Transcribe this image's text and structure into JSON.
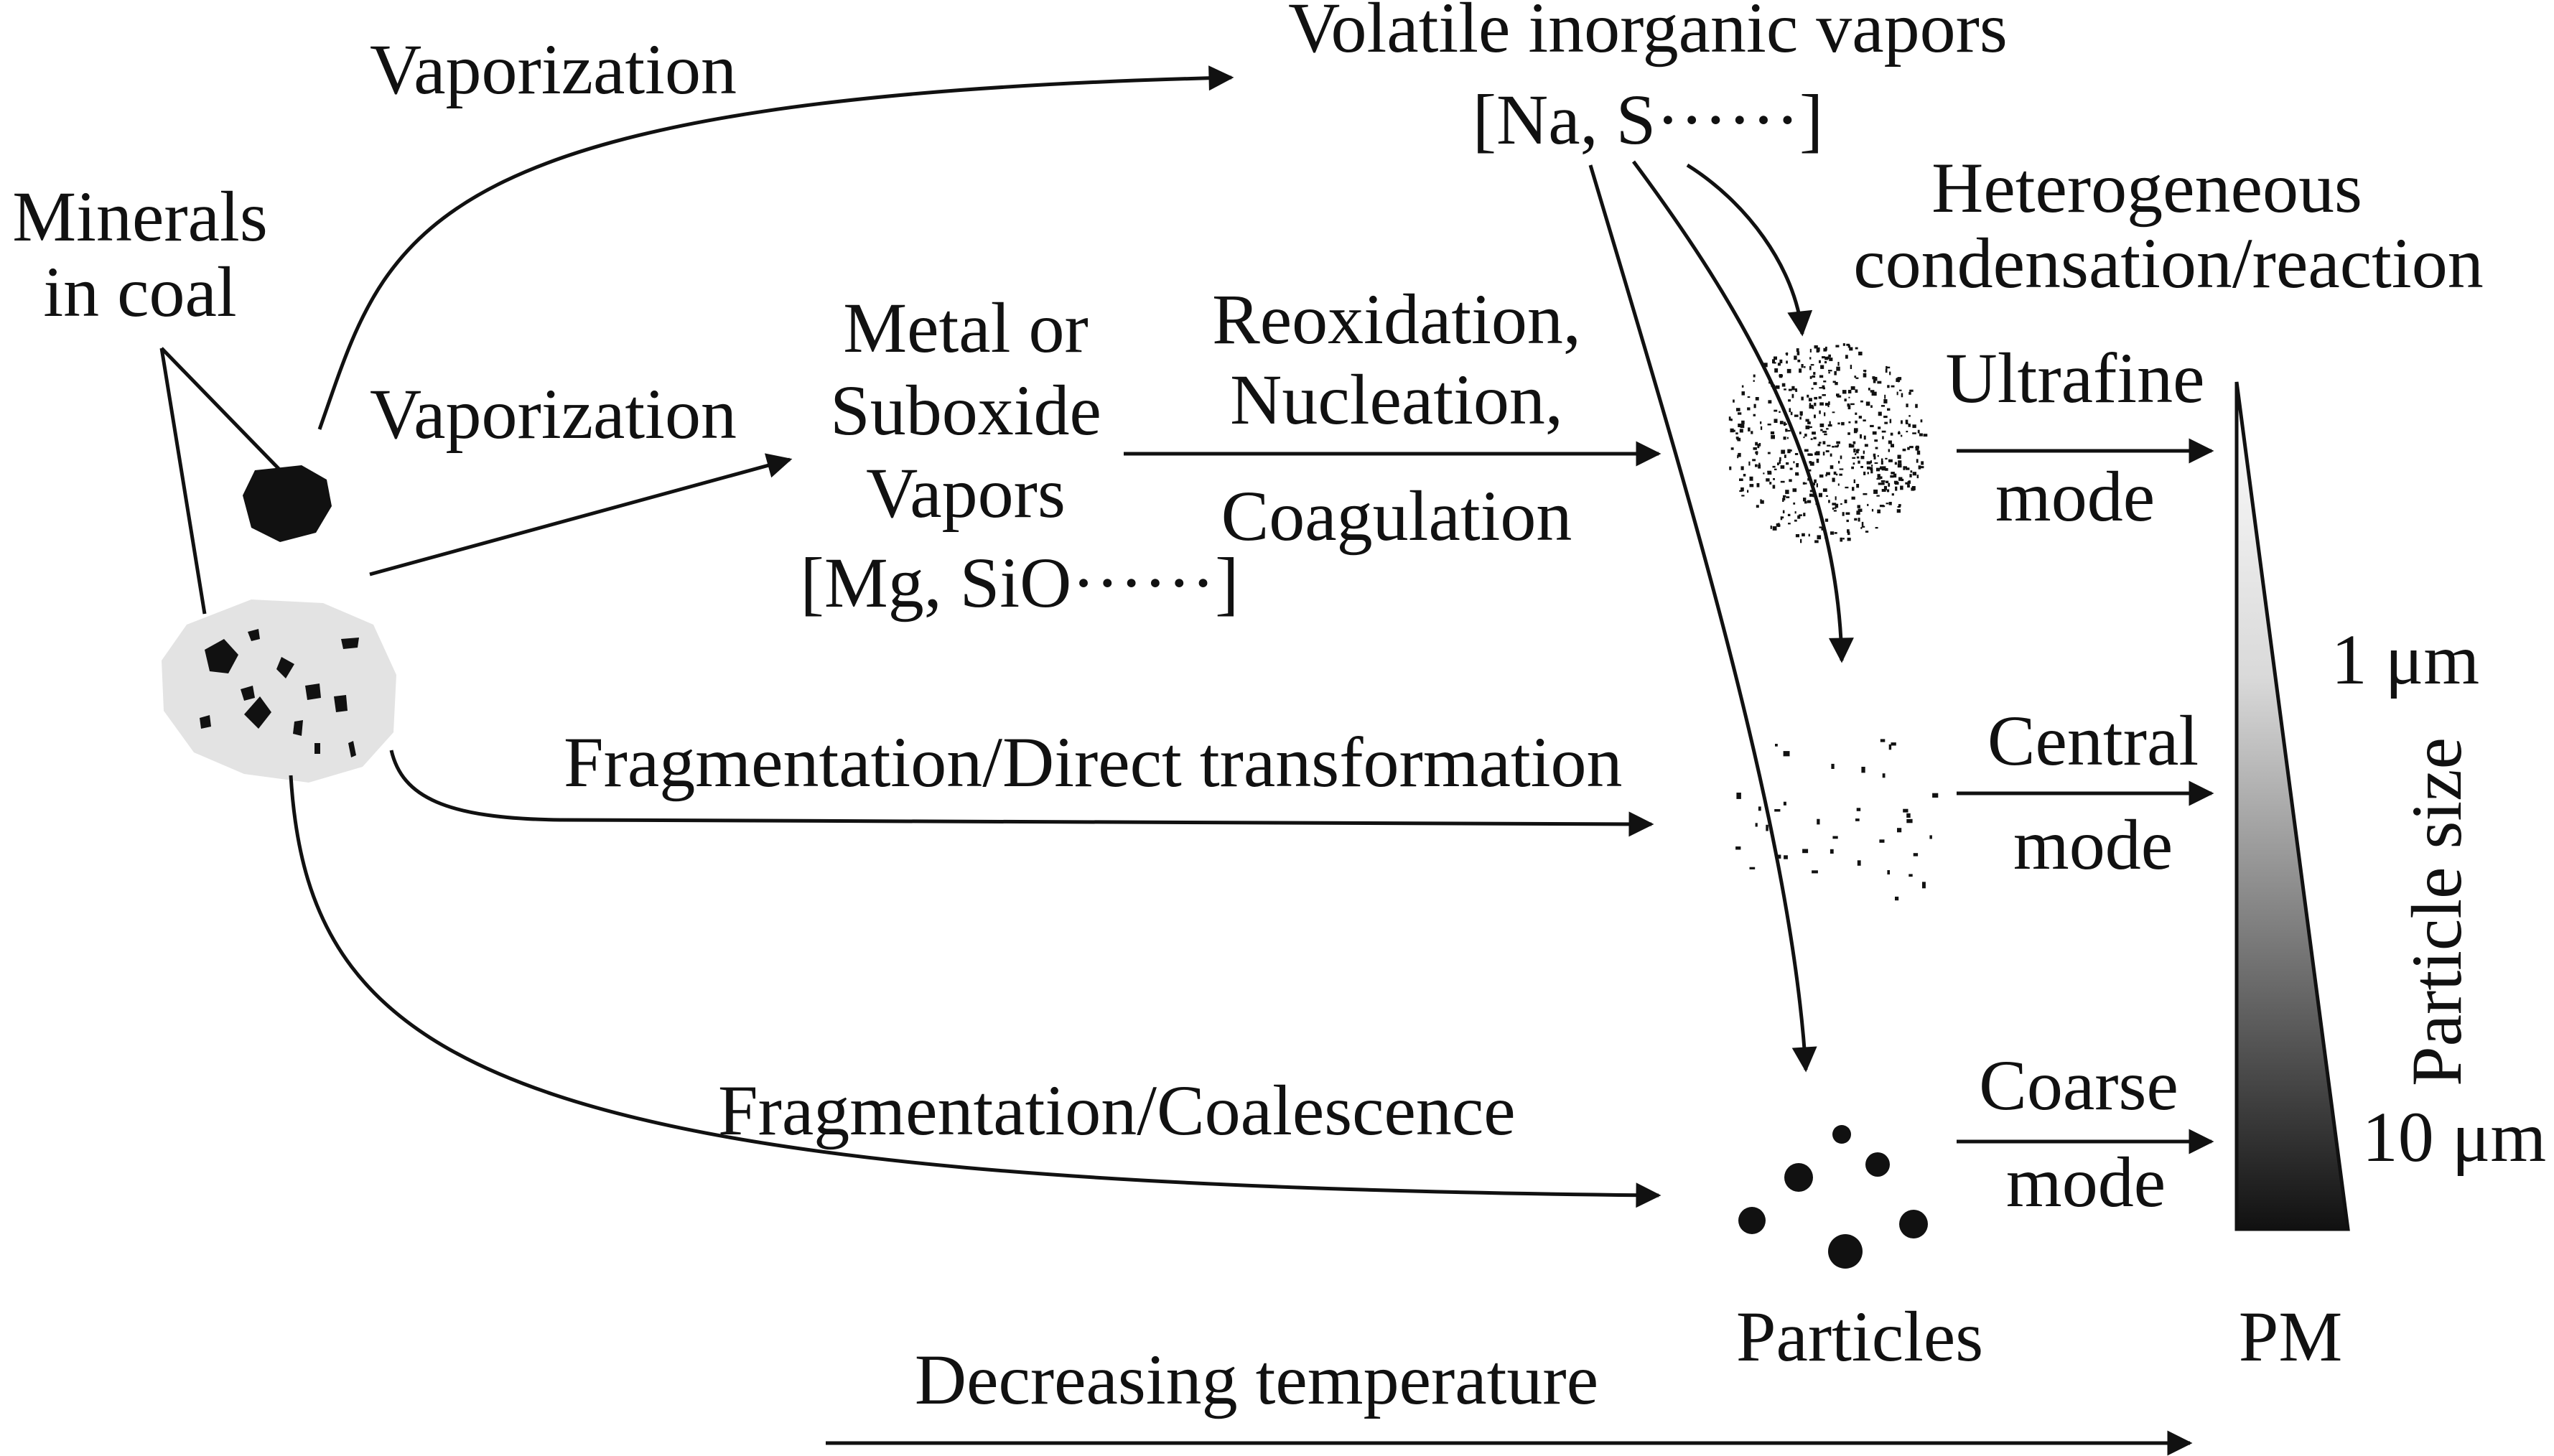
{
  "labels": {
    "minerals_line1": "Minerals",
    "minerals_line2": "in coal",
    "vaporization_top": "Vaporization",
    "volatile_line1": "Volatile inorganic vapors",
    "volatile_line2": "[Na, S······]",
    "heterogeneous_line1": "Heterogeneous",
    "heterogeneous_line2": "condensation/reaction",
    "vaporization_mid": "Vaporization",
    "metal_line1": "Metal or",
    "metal_line2": "Suboxide",
    "metal_line3": "Vapors",
    "metal_line4": "[Mg, SiO······]",
    "reox_line1": "Reoxidation,",
    "reox_line2": "Nucleation,",
    "reox_line3": "Coagulation",
    "ultrafine": "Ultrafine",
    "ultrafine_mode": "mode",
    "frag_direct": "Fragmentation/Direct transformation",
    "central": "Central",
    "central_mode": "mode",
    "frag_coalescence": "Fragmentation/Coalescence",
    "coarse": "Coarse",
    "coarse_mode": "mode",
    "particles": "Particles",
    "pm": "PM",
    "one_um": "1 μm",
    "ten_um": "10 μm",
    "particle_size": "Particle size",
    "decreasing_temp": "Decreasing temperature"
  },
  "colors": {
    "ink": "#111111",
    "mineral_host": "#e3e3e3",
    "gradient_light": "#ffffff",
    "gradient_dark": "#111111"
  }
}
